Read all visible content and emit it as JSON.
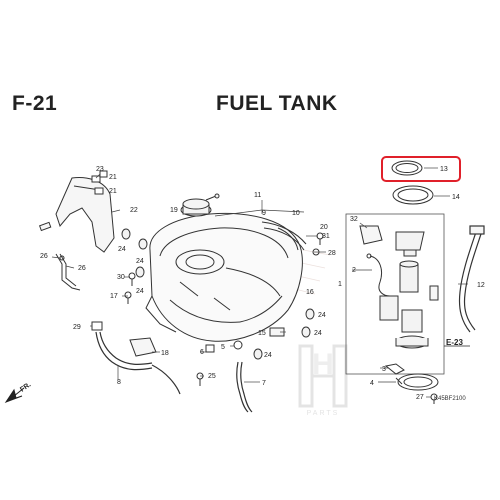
{
  "header": {
    "section_code": "F-21",
    "title": "FUEL TANK"
  },
  "figure_code": "K45BF2100",
  "front_marker": "FR.",
  "ref_marker": "E-23",
  "highlight_color": "#e0202a",
  "watermark": {
    "text": "PARTS",
    "monogram": "H"
  },
  "part_numbers": [
    "1",
    "2",
    "3",
    "4",
    "5",
    "6",
    "7",
    "8",
    "11",
    "12",
    "13",
    "14",
    "15",
    "16",
    "17",
    "18",
    "19",
    "20",
    "21",
    "22",
    "23",
    "24",
    "25",
    "26",
    "27",
    "28",
    "29",
    "30",
    "31",
    "32"
  ],
  "labels": {
    "p1": "1",
    "p2": "2",
    "p3": "3",
    "p4": "4",
    "p5": "5",
    "p6": "6",
    "p7": "7",
    "p8": "8",
    "p11": "11",
    "p12": "12",
    "p13": "13",
    "p14": "14",
    "p15": "15",
    "p16": "16",
    "p17": "17",
    "p18": "18",
    "p19": "19",
    "p20": "20",
    "p21": "21",
    "p22": "22",
    "p23": "23",
    "p24": "24",
    "p25": "25",
    "p26": "26",
    "p27": "27",
    "p28": "28",
    "p29": "29",
    "p30": "30",
    "p31": "31",
    "p32": "32"
  }
}
